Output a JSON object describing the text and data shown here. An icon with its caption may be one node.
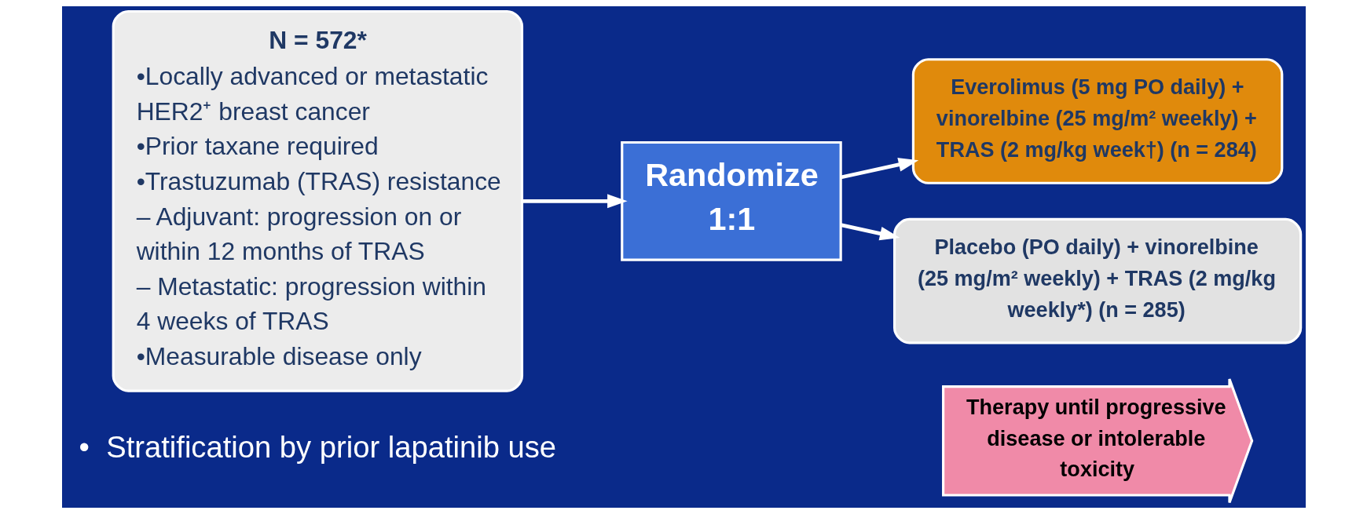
{
  "diagram": {
    "nodes": [
      {
        "text": [
          "N = 572*",
          "•Locally advanced or metastatic HER2⁺ breast cancer",
          "•Prior taxane required",
          "•Trastuzumab (TRAS) resistance",
          "– Adjuvant: progression on or within 12 months of TRAS",
          "– Metastatic: progression within 4 weeks of TRAS",
          "•Measurable disease only"
        ]
      },
      {
        "text": [
          "Randomize 1:1"
        ]
      },
      {
        "text": [
          "Everolimus (5 mg PO daily) + vinorelbine (25 mg/m² weekly) + TRAS (2 mg/kg week†) (n = 284)"
        ]
      },
      {
        "text": [
          "Placebo (PO daily) + vinorelbine (25 mg/m² weekly) + TRAS (2 mg/kg weekly*) (n = 285)"
        ]
      },
      {
        "text": [
          "Therapy until progressive disease or intolerable toxicity"
        ]
      }
    ],
    "edges": [
      {
        "from": 0,
        "to": 1,
        "arrow": "to"
      },
      {
        "from": 1,
        "to": 2,
        "arrow": "to"
      },
      {
        "from": 1,
        "to": 3,
        "arrow": "to"
      }
    ],
    "labels": [
      "•  Stratification by prior lapatinib use"
    ]
  }
}
